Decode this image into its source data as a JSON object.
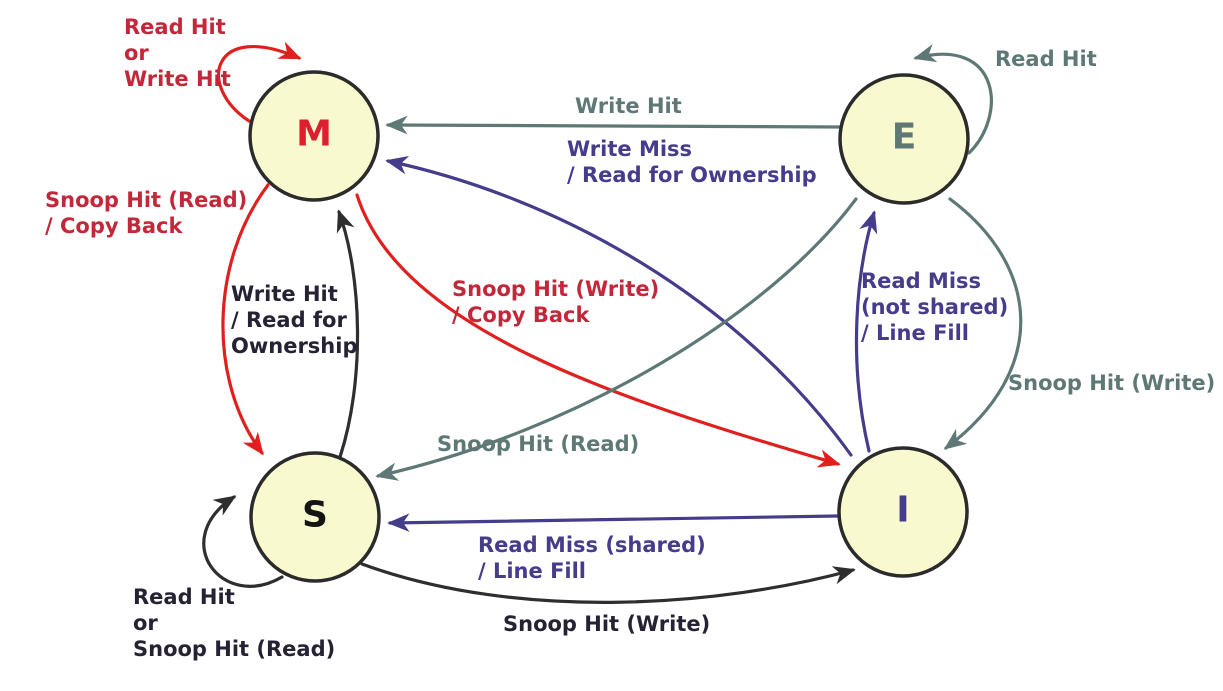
{
  "diagram": {
    "kind": "state-transition-diagram",
    "subject": "MESI cache line states"
  },
  "colors": {
    "node_fill": "#F9F9CF",
    "node_stroke": "#2B2B2B",
    "red_text": "#C2283A",
    "red_arrow": "#E01F1F",
    "gray": "#5E7876",
    "purple": "#463C8C",
    "black_text": "#262234",
    "black_arrow": "#2E2E2E"
  },
  "nodes": {
    "m": {
      "label": "M",
      "color": "#DC2030"
    },
    "e": {
      "label": "E",
      "color": "#5E7876"
    },
    "s": {
      "label": "S",
      "color": "#141414"
    },
    "i": {
      "label": "I",
      "color": "#463C8C"
    }
  },
  "transitions": {
    "m_self": {
      "from": "M",
      "to": "M",
      "color": "red",
      "label": "Read Hit\nor\nWrite Hit"
    },
    "e_self": {
      "from": "E",
      "to": "E",
      "color": "gray",
      "label": "Read Hit"
    },
    "e_to_m": {
      "from": "E",
      "to": "M",
      "color": "gray",
      "label": "Write Hit"
    },
    "i_to_m": {
      "from": "I",
      "to": "M",
      "color": "purple",
      "label": "Write Miss\n/ Read for Ownership"
    },
    "m_to_s": {
      "from": "M",
      "to": "S",
      "color": "red",
      "label": "Snoop Hit (Read)\n/ Copy Back"
    },
    "s_to_m": {
      "from": "S",
      "to": "M",
      "color": "black",
      "label": "Write Hit\n/ Read for\nOwnership"
    },
    "m_to_i": {
      "from": "M",
      "to": "I",
      "color": "red",
      "label": "Snoop Hit (Write)\n/ Copy Back"
    },
    "i_to_e": {
      "from": "I",
      "to": "E",
      "color": "purple",
      "label": "Read Miss\n(not shared)\n/ Line Fill"
    },
    "e_to_i": {
      "from": "E",
      "to": "I",
      "color": "gray",
      "label": "Snoop Hit (Write)"
    },
    "e_to_s": {
      "from": "E",
      "to": "S",
      "color": "gray",
      "label": "Snoop Hit (Read)"
    },
    "s_self": {
      "from": "S",
      "to": "S",
      "color": "black",
      "label": "Read Hit\nor\nSnoop Hit (Read)"
    },
    "i_to_s": {
      "from": "I",
      "to": "S",
      "color": "purple",
      "label": "Read Miss (shared)\n/ Line Fill"
    },
    "s_to_i": {
      "from": "S",
      "to": "I",
      "color": "black",
      "label": "Snoop Hit (Write)"
    }
  }
}
